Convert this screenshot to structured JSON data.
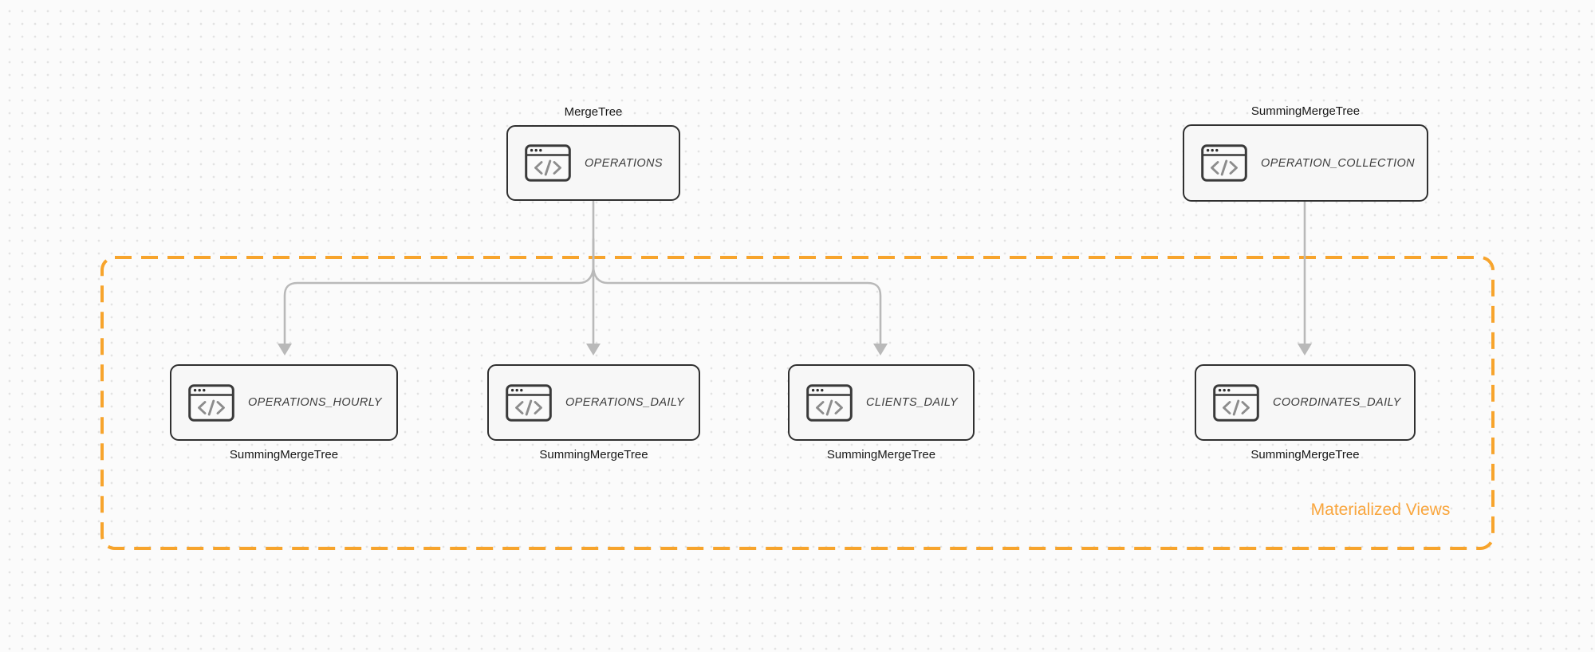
{
  "diagram": {
    "nodes": {
      "operations": {
        "engine": "MergeTree",
        "table": "OPERATIONS"
      },
      "operation_collection": {
        "engine": "SummingMergeTree",
        "table": "OPERATION_COLLECTION"
      },
      "operations_hourly": {
        "engine": "SummingMergeTree",
        "table": "OPERATIONS_HOURLY"
      },
      "operations_daily": {
        "engine": "SummingMergeTree",
        "table": "OPERATIONS_DAILY"
      },
      "clients_daily": {
        "engine": "SummingMergeTree",
        "table": "CLIENTS_DAILY"
      },
      "coordinates_daily": {
        "engine": "SummingMergeTree",
        "table": "COORDINATES_DAILY"
      }
    },
    "edges": [
      {
        "from": "OPERATIONS",
        "to": "OPERATIONS_HOURLY"
      },
      {
        "from": "OPERATIONS",
        "to": "OPERATIONS_DAILY"
      },
      {
        "from": "OPERATIONS",
        "to": "CLIENTS_DAILY"
      },
      {
        "from": "OPERATION_COLLECTION",
        "to": "COORDINATES_DAILY"
      }
    ],
    "group": {
      "label": "Materialized Views"
    },
    "icons": {
      "node_icon": "code-window-icon"
    },
    "colors": {
      "accent_orange": "#F7A42C",
      "group_label_orange": "#F9A63E",
      "arrow_gray": "#B9B9B9",
      "node_border": "#303030",
      "node_fill": "#F7F7F7",
      "background": "#FBFBFB"
    }
  }
}
